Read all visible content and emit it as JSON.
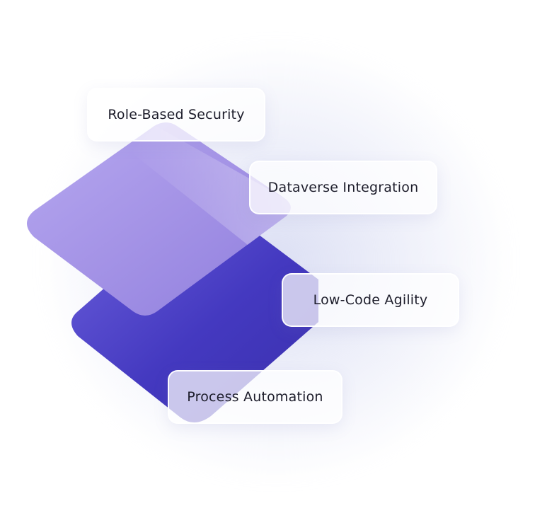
{
  "features": [
    {
      "id": "role",
      "label": "Role-Based Security"
    },
    {
      "id": "dataverse",
      "label": "Dataverse Integration"
    },
    {
      "id": "lowcode",
      "label": "Low-Code Agility"
    },
    {
      "id": "process",
      "label": "Process Automation"
    }
  ],
  "colors": {
    "top_layer_light": "#b9aaef",
    "top_layer_dark": "#9c8be3",
    "bottom_layer_light": "#5b4fd1",
    "bottom_layer_dark": "#3c33b3",
    "label_text": "#1d1d2b"
  }
}
